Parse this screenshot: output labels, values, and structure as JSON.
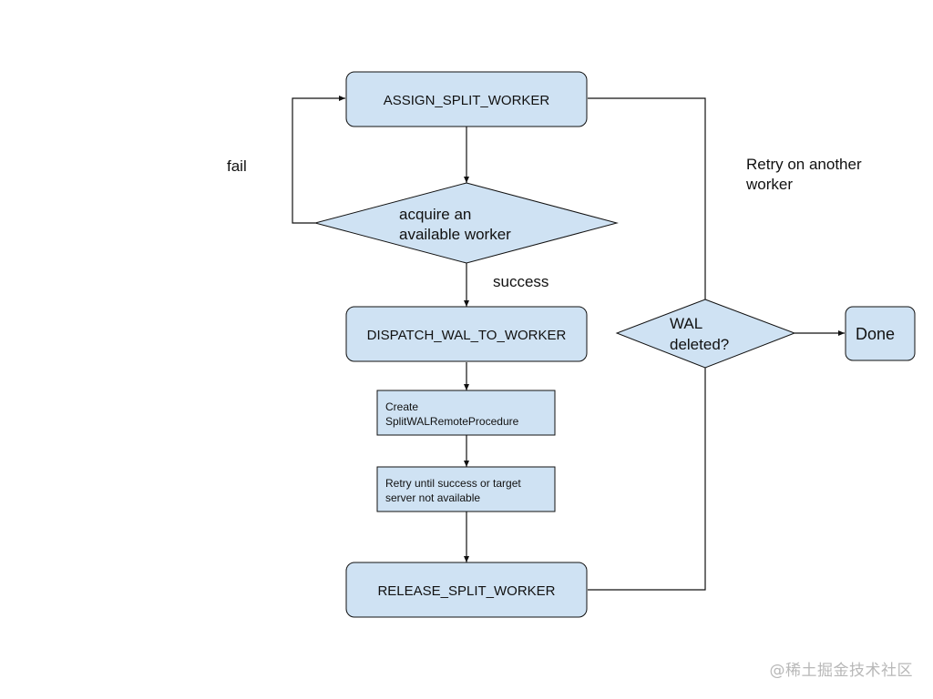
{
  "colors": {
    "node_fill": "#cfe2f3",
    "stroke": "#111111",
    "background": "#ffffff"
  },
  "nodes": {
    "assign": "ASSIGN_SPLIT_WORKER",
    "acquire_line1": "acquire an",
    "acquire_line2": "available worker",
    "dispatch": "DISPATCH_WAL_TO_WORKER",
    "create_line1": "Create",
    "create_line2": "SplitWALRemoteProcedure",
    "retry_line1": "Retry until success or target",
    "retry_line2": "server not available",
    "release": "RELEASE_SPLIT_WORKER",
    "wal_line1": "WAL",
    "wal_line2": "deleted?",
    "done": "Done"
  },
  "labels": {
    "fail": "fail",
    "success": "success",
    "retry_line1": "Retry on another",
    "retry_line2": "worker"
  },
  "watermark": "@稀土掘金技术社区"
}
